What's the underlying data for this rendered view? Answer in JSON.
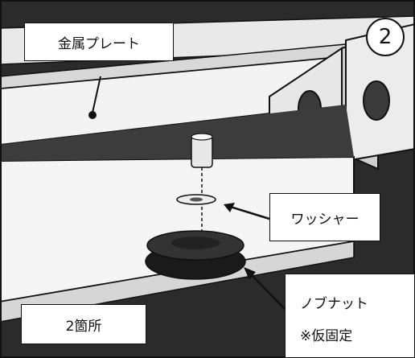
{
  "step_number": "2",
  "labels": {
    "metal_plate": "金属プレート",
    "washer": "ワッシャー",
    "nut": "ノブナット",
    "nut_note": "※仮固定",
    "count": "2箇所"
  },
  "colors": {
    "background_dark": "#2c2c2c",
    "panel_light": "#f4f4f4",
    "outline": "#111111"
  }
}
